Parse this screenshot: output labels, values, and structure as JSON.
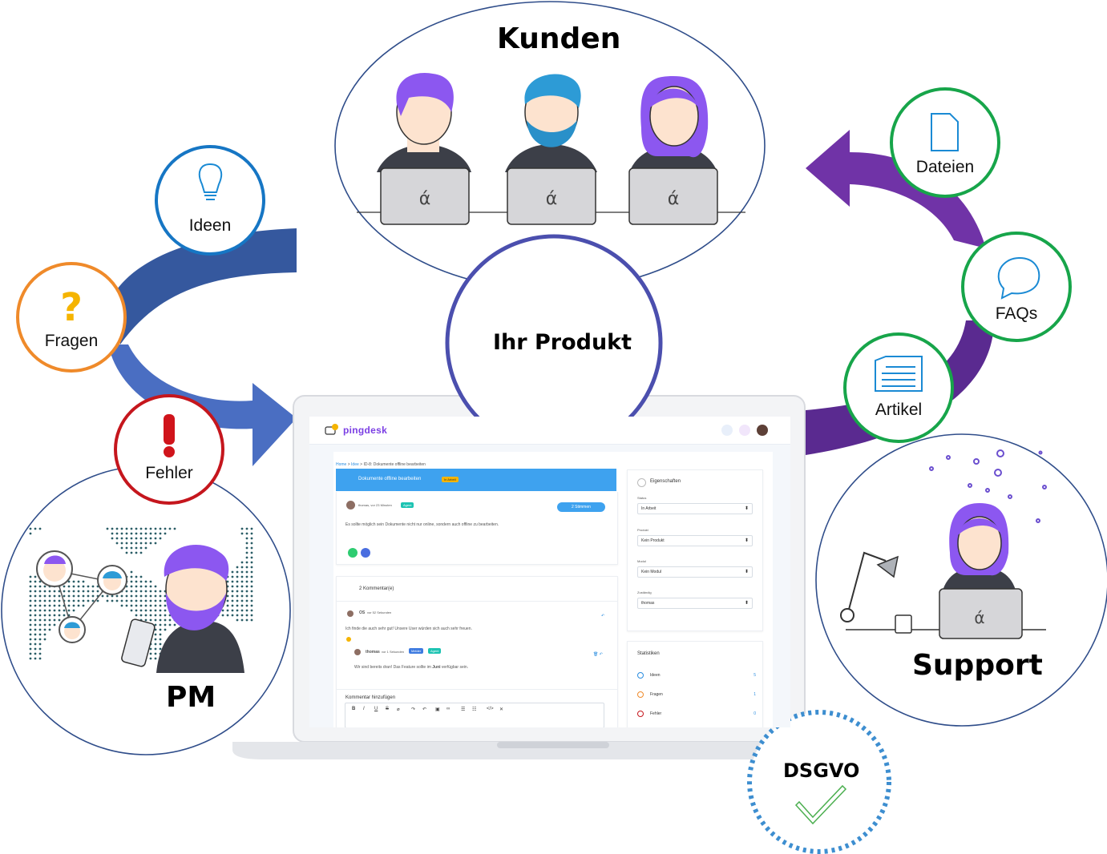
{
  "diagram": {
    "customers": {
      "title": "Kunden"
    },
    "product": {
      "title": "Ihr Produkt"
    },
    "pm": {
      "title": "PM"
    },
    "support": {
      "title": "Support"
    },
    "gdpr": {
      "title": "DSGVO"
    },
    "inputs": [
      {
        "label": "Ideen",
        "icon": "lightbulb-icon",
        "color": "#1676c4"
      },
      {
        "label": "Fragen",
        "icon": "question-mark-icon",
        "color": "#ef8a2a"
      },
      {
        "label": "Fehler",
        "icon": "exclamation-icon",
        "color": "#c5161d"
      }
    ],
    "outputs": [
      {
        "label": "Dateien",
        "icon": "file-icon",
        "color": "#17a54a"
      },
      {
        "label": "FAQs",
        "icon": "speech-bubble-icon",
        "color": "#17a54a"
      },
      {
        "label": "Artikel",
        "icon": "article-icon",
        "color": "#17a54a"
      }
    ],
    "colors": {
      "blue_arrow": "#3a5fb0",
      "purple_arrow": "#6b2fa0",
      "circle_stroke": "#2f4d8a",
      "product_stroke": "#4b4fae",
      "gdpr_dots": "#3d8ed0"
    }
  },
  "app": {
    "brand": "pingdesk",
    "breadcrumb": {
      "home": "Home",
      "sep1": " > ",
      "ideas": "Idee",
      "sep2": " > ",
      "current": "ID-8: Dokumente offline bearbeiten"
    },
    "ticket": {
      "title": "Dokumente offline bearbeiten",
      "status_badge": "In Arbeit",
      "author_meta": "thomas, vor 23 Minuten",
      "role_badge": "Agent",
      "vote_button": "2 Stimmen",
      "body": "Es sollte möglich sein Dokumente nicht nur online, sondern auch offline zu bearbeiten."
    },
    "comments": {
      "header": "2 Kommentar(e)",
      "first": {
        "author": "OS",
        "meta": "vor 52 Sekunden",
        "text": "Ich finde die auch sehr gut! Unsere User würden sich auch sehr freuen."
      },
      "reply": {
        "author": "thomas",
        "meta": "vor 1 Sekunden",
        "badge1": "Melder",
        "badge2": "Agent",
        "text_before": "Wir sind bereits dran! Das Feature sollte im ",
        "text_bold": "Juni",
        "text_after": " verfügbar sein."
      },
      "add_label": "Kommentar hinzufügen",
      "toolbar": [
        "B",
        "I",
        "U",
        "S",
        "⌀",
        "↷",
        "↶",
        "▣",
        "∞",
        "☰",
        "☷",
        "</>",
        "✕"
      ]
    },
    "properties": {
      "header": "Eigenschaften",
      "fields": [
        {
          "label": "Status",
          "value": "In Arbeit"
        },
        {
          "label": "Produkt",
          "value": "Kein Produkt"
        },
        {
          "label": "Modul",
          "value": "Kein Modul"
        },
        {
          "label": "Zuständig",
          "value": "thomas"
        }
      ]
    },
    "stats": {
      "header": "Statistiken",
      "rows": [
        {
          "label": "Ideen",
          "value": "5"
        },
        {
          "label": "Fragen",
          "value": "1"
        },
        {
          "label": "Fehler",
          "value": "0"
        }
      ]
    }
  }
}
